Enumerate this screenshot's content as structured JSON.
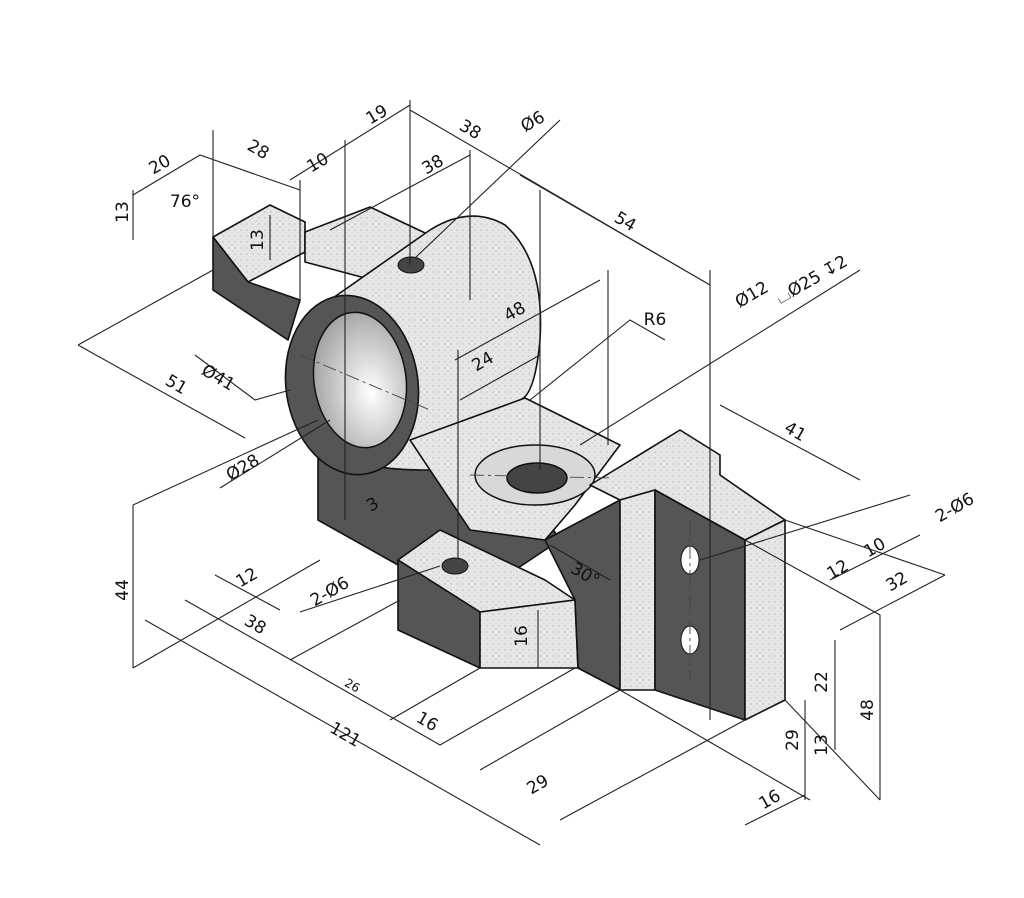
{
  "drawing": {
    "labels": {
      "d20": "20",
      "d28a": "28",
      "d13a": "13",
      "a76": "76°",
      "d13b": "13",
      "d10a": "10",
      "d19": "19",
      "d38a": "38",
      "dia6a": "Ø6",
      "d38b": "38",
      "d54": "54",
      "d48a": "48",
      "d24": "24",
      "r6": "R6",
      "dia12": "Ø12",
      "cbore": "⌴Ø25 ↧2",
      "dia41": "Ø41",
      "d51": "51",
      "dia28": "Ø28",
      "d3": "3",
      "d44": "44",
      "d12a": "12",
      "d38c": "38",
      "holes2a": "2-Ø6",
      "d26": "26",
      "d121": "121",
      "d16a": "16",
      "d16b": "16",
      "a30": "30°",
      "d41": "41",
      "holes2b": "2-Ø6",
      "d10b": "10",
      "d12b": "12",
      "d32": "32",
      "d22": "22",
      "d48b": "48",
      "d13c": "13",
      "d29a": "29",
      "d29b": "29",
      "d16c": "16"
    },
    "colors": {
      "dark_face": "#555555",
      "light_face": "#e4e4e4",
      "line": "#111111"
    }
  }
}
